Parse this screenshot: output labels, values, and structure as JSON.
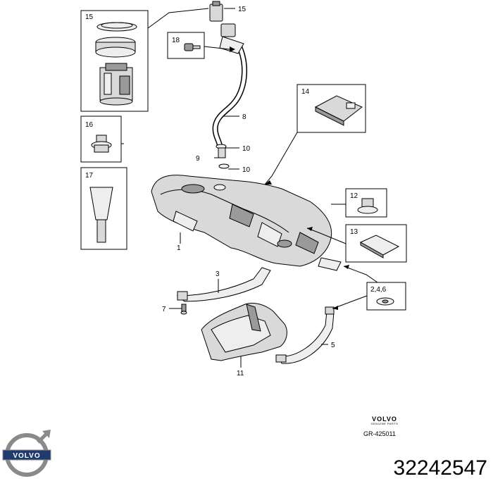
{
  "callouts": {
    "p15_box": "15",
    "p15_connector": "15",
    "p18": "18",
    "p8": "8",
    "p14": "14",
    "p16": "16",
    "p10a": "10",
    "p9": "9",
    "p10b": "10",
    "p17": "17",
    "p12": "12",
    "p13": "13",
    "p1": "1",
    "p3": "3",
    "p246": "2,4,6",
    "p7": "7",
    "p5": "5",
    "p11": "11"
  },
  "brand": {
    "word": "VOLVO",
    "subline": "GENUINE PARTS",
    "reference": "GR-425011",
    "logo_text": "VOLVO"
  },
  "part_number": "32242547"
}
